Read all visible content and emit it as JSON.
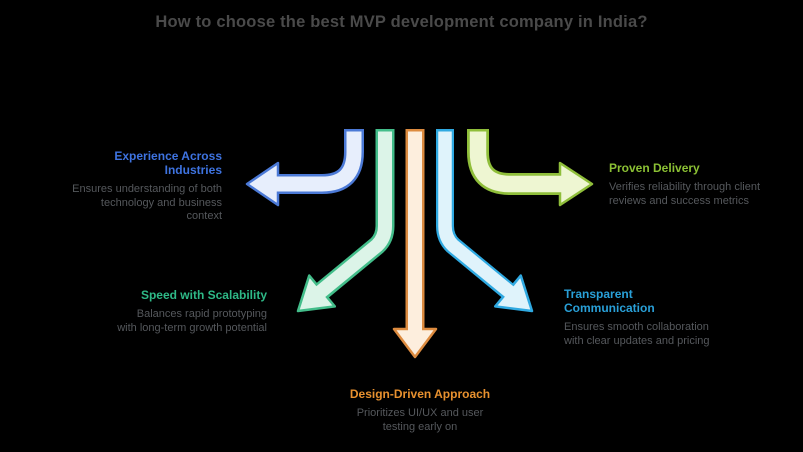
{
  "title": {
    "text": "How to choose the best MVP development company in India?",
    "color": "#4a4a4a"
  },
  "background_color": "#000000",
  "text_color": "#55585c",
  "sections": {
    "experience": {
      "title": "Experience Across Industries",
      "description": "Ensures understanding of both technology and business context",
      "title_color": "#3e73e0",
      "arrow": {
        "direction": "left",
        "stroke": "#4b79d6",
        "fill": "#e7eefc"
      }
    },
    "proven": {
      "title": "Proven Delivery",
      "description": "Verifies reliability through client reviews and success metrics",
      "title_color": "#8bc034",
      "arrow": {
        "direction": "right",
        "stroke": "#8fbe3a",
        "fill": "#eef6d2"
      }
    },
    "speed": {
      "title": "Speed with Scalability",
      "description": "Balances rapid prototyping with long-term growth potential",
      "title_color": "#2eb987",
      "arrow": {
        "direction": "down-left",
        "stroke": "#43bd8a",
        "fill": "#dcf4e8"
      }
    },
    "design": {
      "title": "Design-Driven Approach",
      "description": "Prioritizes UI/UX and user testing early on",
      "title_color": "#e8912f",
      "arrow": {
        "direction": "down",
        "stroke": "#dd8b3f",
        "fill": "#fdeedd"
      }
    },
    "transparent": {
      "title": "Transparent Communication",
      "description": "Ensures smooth collaboration with clear updates and pricing",
      "title_color": "#29a0d8",
      "arrow": {
        "direction": "down-right",
        "stroke": "#2fa9e1",
        "fill": "#dff3fb"
      }
    }
  }
}
